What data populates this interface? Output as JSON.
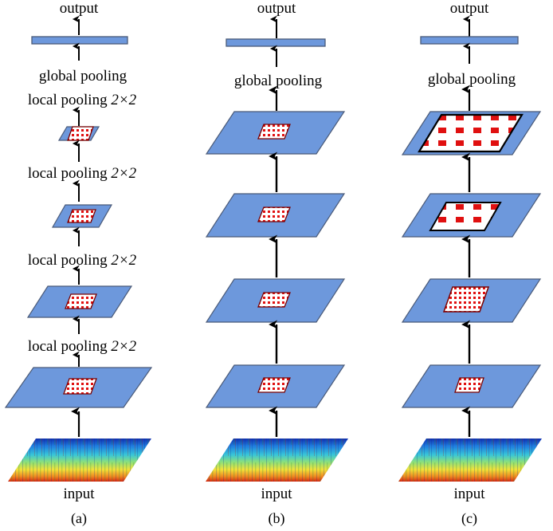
{
  "columns": [
    {
      "caption": "(a)",
      "output_label": "output",
      "global_pooling_label": "global pooling",
      "input_label": "input",
      "local_pooling_label": "local pooling",
      "local_pooling_size": "2×2",
      "num_conv_layers": 4,
      "num_local_pooling_labels": 4
    },
    {
      "caption": "(b)",
      "output_label": "output",
      "global_pooling_label": "global pooling",
      "input_label": "input",
      "num_conv_layers": 4
    },
    {
      "caption": "(c)",
      "output_label": "output",
      "global_pooling_label": "global pooling",
      "input_label": "input",
      "num_conv_layers": 4
    }
  ],
  "colors": {
    "feature_map_fill": "#6d98dc",
    "feature_map_stroke": "#4a5a78",
    "receptive_field_red": "#e01010",
    "arrow": "#000000"
  }
}
